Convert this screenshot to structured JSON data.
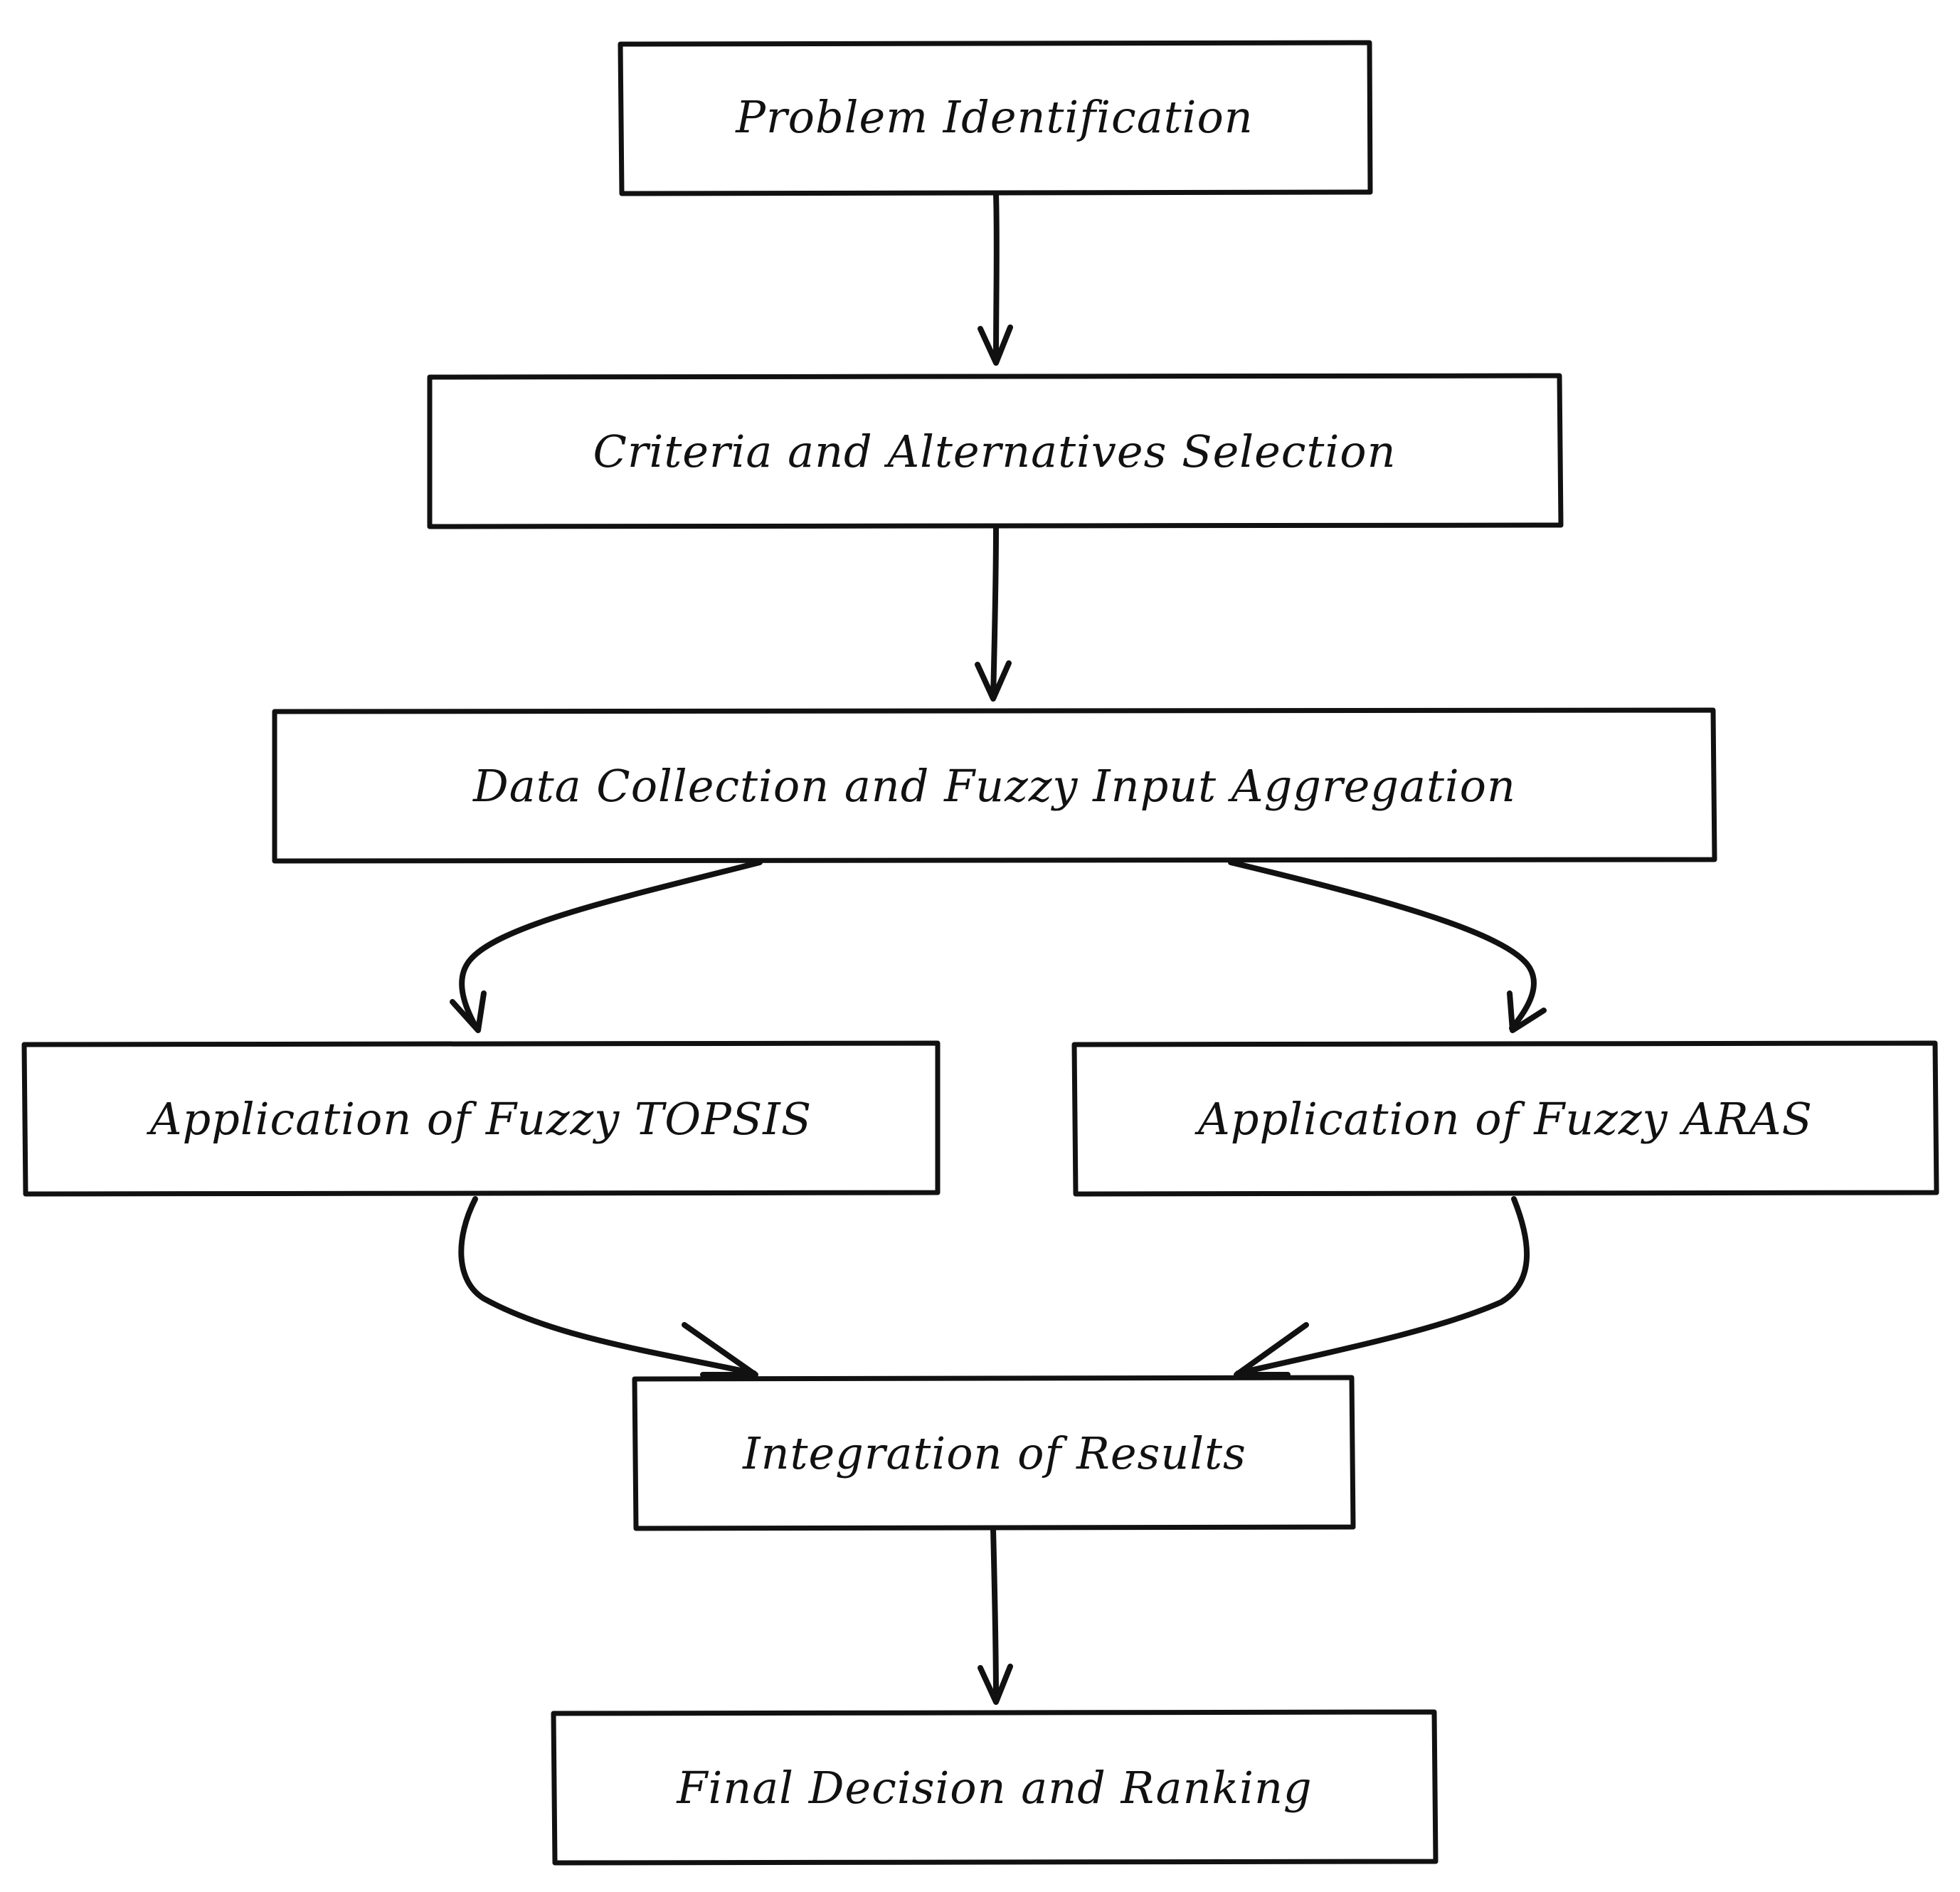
{
  "flowchart": {
    "nodes": [
      {
        "id": "problem-identification",
        "label": "Problem Identification"
      },
      {
        "id": "criteria-selection",
        "label": "Criteria and Alternatives Selection"
      },
      {
        "id": "data-collection",
        "label": "Data Collection and Fuzzy Input Aggregation"
      },
      {
        "id": "fuzzy-topsis",
        "label": "Application of Fuzzy TOPSIS"
      },
      {
        "id": "fuzzy-aras",
        "label": "Application of Fuzzy ARAS"
      },
      {
        "id": "integration",
        "label": "Integration of Results"
      },
      {
        "id": "final-decision",
        "label": "Final Decision and Ranking"
      }
    ],
    "edges": [
      {
        "from": "problem-identification",
        "to": "criteria-selection"
      },
      {
        "from": "criteria-selection",
        "to": "data-collection"
      },
      {
        "from": "data-collection",
        "to": "fuzzy-topsis"
      },
      {
        "from": "data-collection",
        "to": "fuzzy-aras"
      },
      {
        "from": "fuzzy-topsis",
        "to": "integration"
      },
      {
        "from": "fuzzy-aras",
        "to": "integration"
      },
      {
        "from": "integration",
        "to": "final-decision"
      }
    ]
  },
  "colors": {
    "stroke": "#111111",
    "background": "#ffffff"
  }
}
